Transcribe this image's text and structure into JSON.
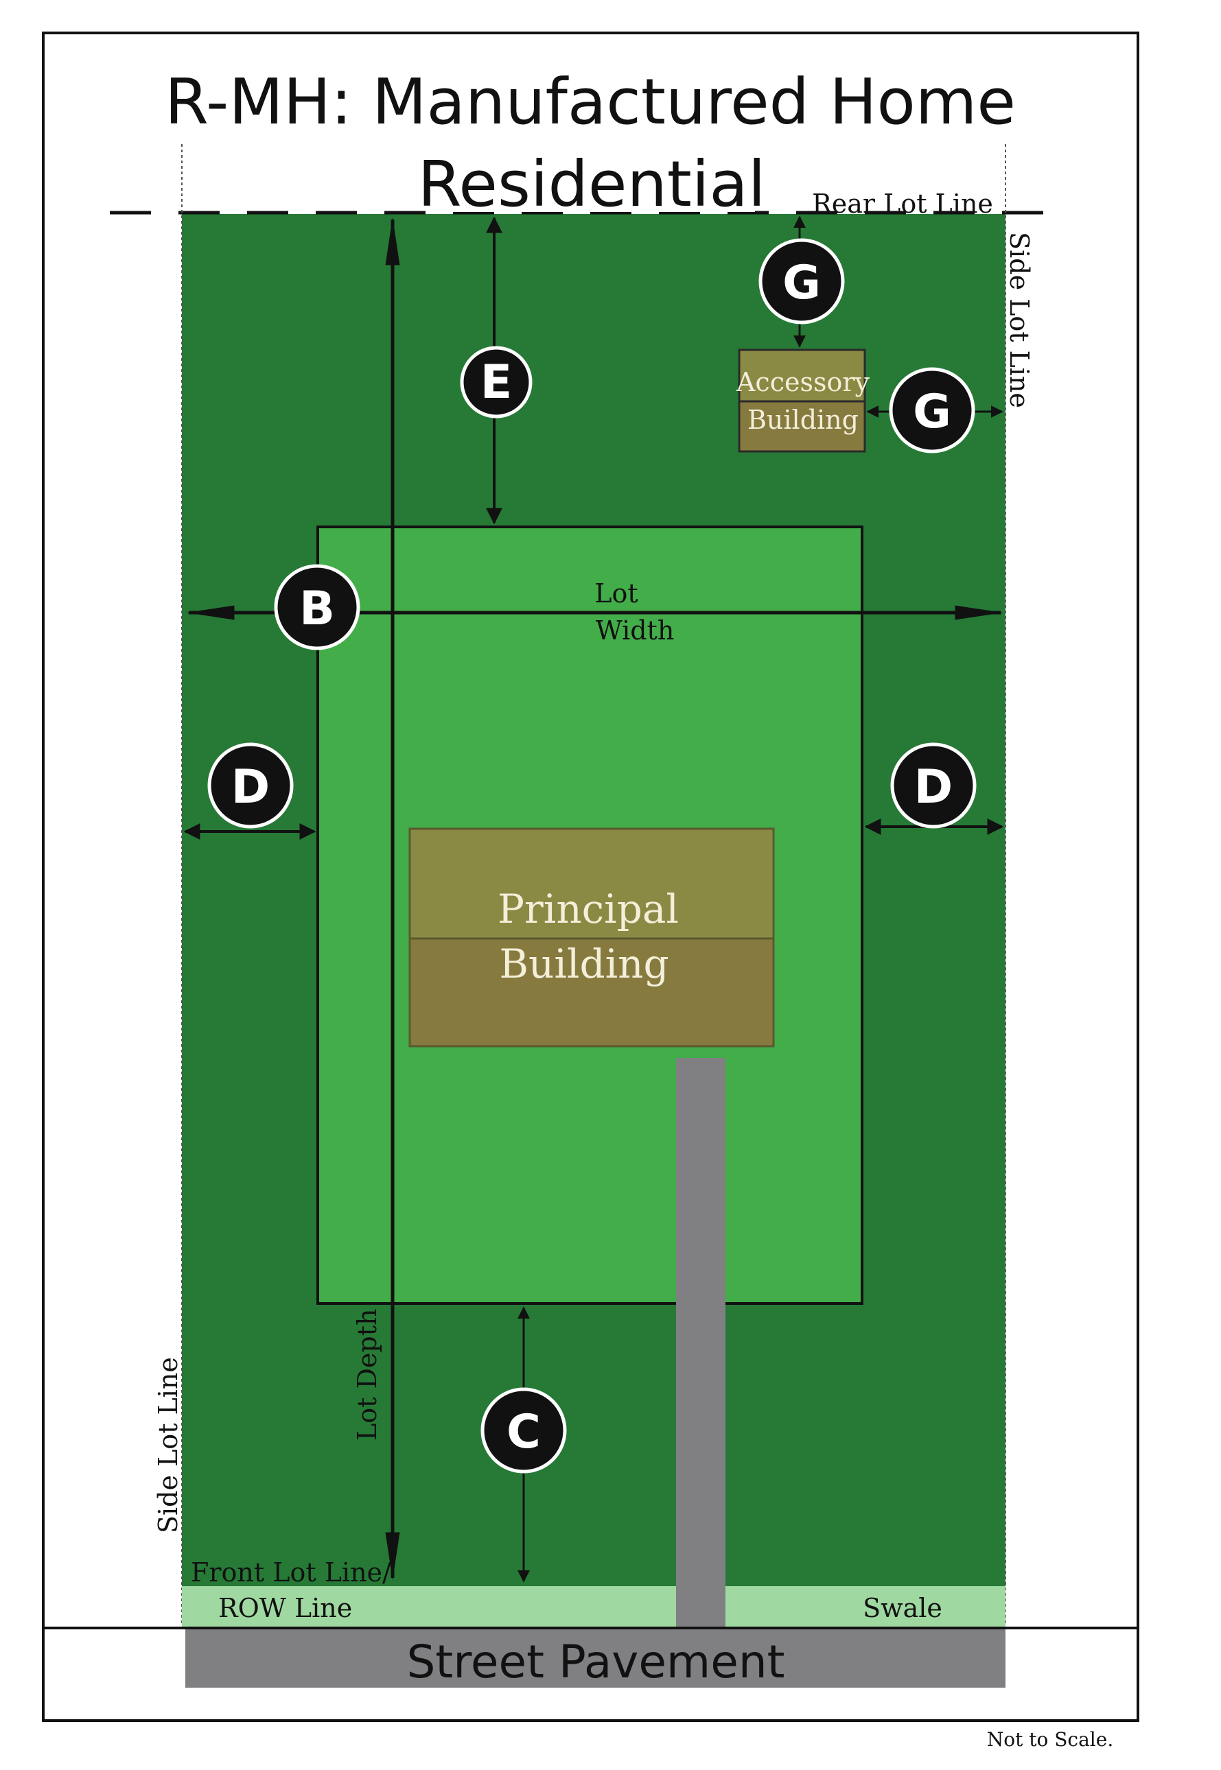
{
  "title_line1": "R-MH: Manufactured Home",
  "title_line2": "Residential",
  "labels": {
    "rear_lot_line": "Rear Lot Line",
    "side_lot_line": "Side Lot Line",
    "lot_width_1": "Lot",
    "lot_width_2": "Width",
    "lot_depth": "Lot Depth",
    "front_lot_line": "Front Lot Line/",
    "row_line": "ROW Line",
    "swale": "Swale",
    "street_pavement": "Street Pavement",
    "not_to_scale": "Not to Scale."
  },
  "buildings": {
    "principal_line1": "Principal",
    "principal_line2": "Building",
    "accessory_line1": "Accessory",
    "accessory_line2": "Building"
  },
  "setback_markers": {
    "b": "B",
    "c": "C",
    "d": "D",
    "e": "E",
    "g": "G"
  },
  "colors": {
    "lot_dark_green": "#267a36",
    "buildable_green": "#42ad49",
    "principal_top": "#8b8a44",
    "principal_bottom": "#877a3f",
    "swale": "#9fd8a0",
    "pavement": "#808083",
    "driveway": "#808083"
  }
}
